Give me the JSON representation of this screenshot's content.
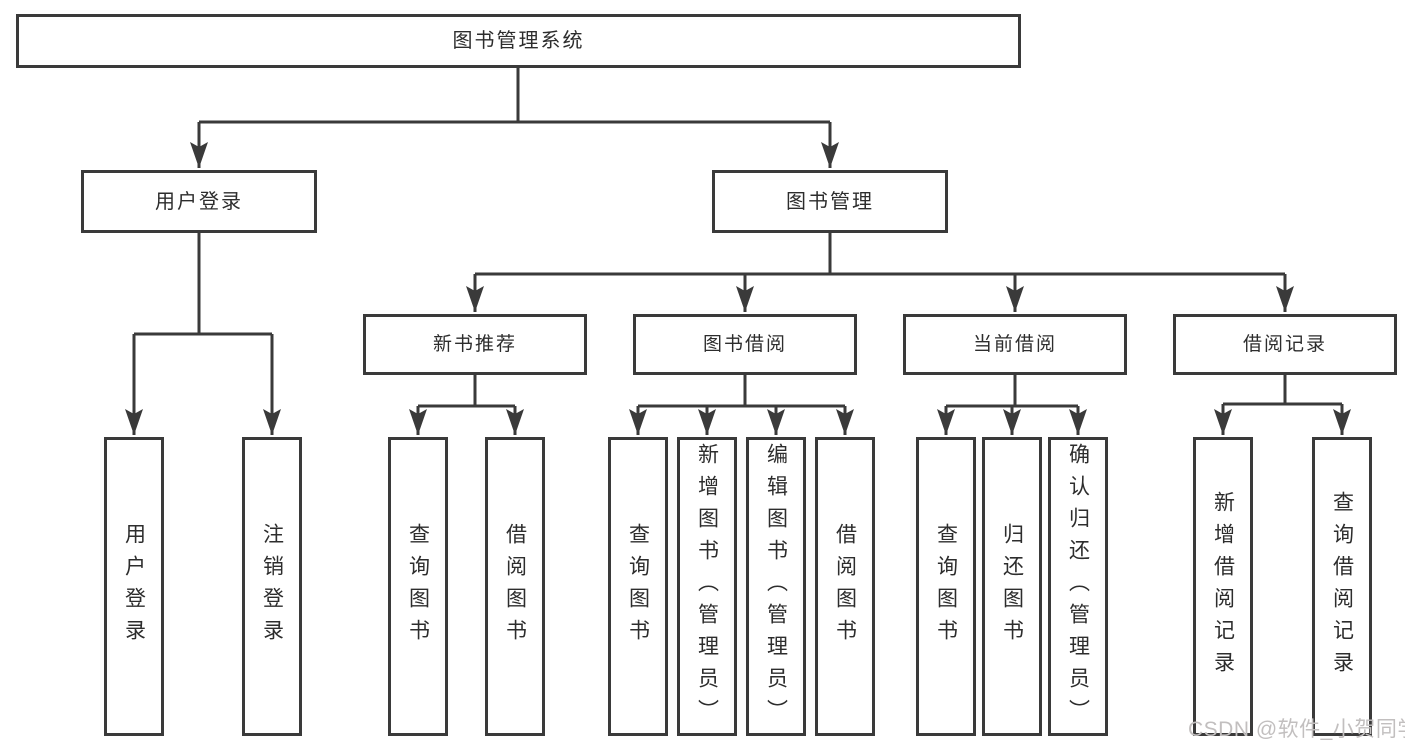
{
  "diagram": {
    "type": "tree",
    "root": {
      "label": "图书管理系统"
    },
    "children": [
      {
        "label": "用户登录",
        "children": [
          {
            "label": "用户登录"
          },
          {
            "label": "注销登录"
          }
        ]
      },
      {
        "label": "图书管理",
        "children": [
          {
            "label": "新书推荐",
            "children": [
              {
                "label": "查询图书"
              },
              {
                "label": "借阅图书"
              }
            ]
          },
          {
            "label": "图书借阅",
            "children": [
              {
                "label": "查询图书"
              },
              {
                "label": "新增图书（管理员）"
              },
              {
                "label": "编辑图书（管理员）"
              },
              {
                "label": "借阅图书"
              }
            ]
          },
          {
            "label": "当前借阅",
            "children": [
              {
                "label": "查询图书"
              },
              {
                "label": "归还图书"
              },
              {
                "label": "确认归还（管理员）"
              }
            ]
          },
          {
            "label": "借阅记录",
            "children": [
              {
                "label": "新增借阅记录"
              },
              {
                "label": "查询借阅记录"
              }
            ]
          }
        ]
      }
    ]
  },
  "watermark": {
    "text": "CSDN @软件_小贺同学"
  },
  "colors": {
    "line": "#3a3a3a",
    "text": "#2d2d2d",
    "box_bg": "#ffffff",
    "page_bg": "#ffffff",
    "watermark": "#c2bfbf"
  }
}
